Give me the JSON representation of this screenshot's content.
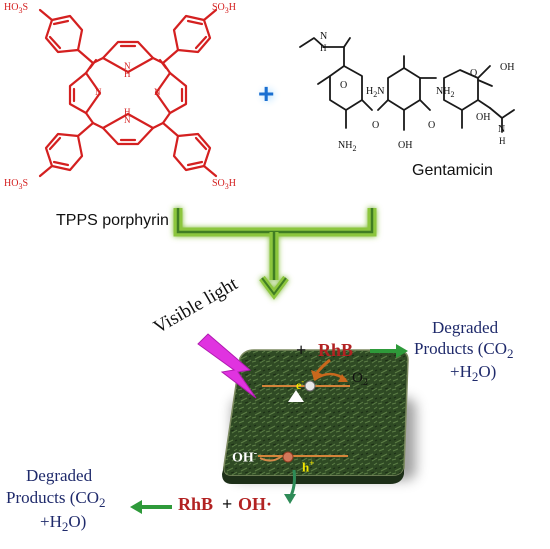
{
  "colors": {
    "porphyrin": "#d42020",
    "gentamicin": "#1a1a1a",
    "plus_blue": "#1a6fd1",
    "arrow_green": "#8cc63e",
    "arrow_green_dark": "#2f6e1a",
    "rhb_red": "#b22222",
    "product_navy": "#1f2a6b",
    "light_magenta": "#e033e0",
    "electron_orange": "#c9681d",
    "hole_yellow": "#f2e600"
  },
  "porphyrin": {
    "name": "TPPS porphyrin",
    "sulfo_top_left": "HO3S",
    "sulfo_top_right": "SO3H",
    "sulfo_bottom_left": "HO3S",
    "sulfo_bottom_right": "SO3H",
    "nh_top": "N\nH",
    "nh_bottom": "N\nH",
    "n_left": "N",
    "n_right": "N"
  },
  "plus_sign": "+",
  "gentamicin": {
    "name": "Gentamicin",
    "h2n_left": "H2N",
    "nh2_mid": "NH2",
    "nh2_bottom": "NH2",
    "oh_mid": "OH",
    "oh_right_top": "OH",
    "oh_right_mid": "OH",
    "n_methyl": "N",
    "n_h": "H",
    "o_ring1": "O",
    "o_ring3": "O",
    "o_link1": "O",
    "o_link2": "O",
    "n_top": "N",
    "h_top": "H"
  },
  "photocatalysis": {
    "visible_light": "Visible light",
    "electron": "e",
    "electron_sign": "-",
    "hole": "h",
    "hole_sign": "+",
    "o2_base": "O",
    "o2_sub": "2",
    "oh_minus_base": "OH",
    "oh_minus_sign": "-",
    "top_reaction": {
      "plus": "+",
      "rhb": "RhB"
    },
    "top_products": {
      "line1": "Degraded",
      "line2_prefix": "Products (CO",
      "line2_sub": "2",
      "line3_prefix": "+H",
      "line3_sub": "2",
      "line3_suffix": "O)"
    },
    "bottom_reaction": {
      "rhb": "RhB",
      "plus": "+",
      "oh": "OH",
      "dot": "·"
    },
    "bottom_products": {
      "line1": "Degraded",
      "line2_prefix": "Products (CO",
      "line2_sub": "2",
      "line3_prefix": "+H",
      "line3_sub": "2",
      "line3_suffix": "O)"
    }
  }
}
